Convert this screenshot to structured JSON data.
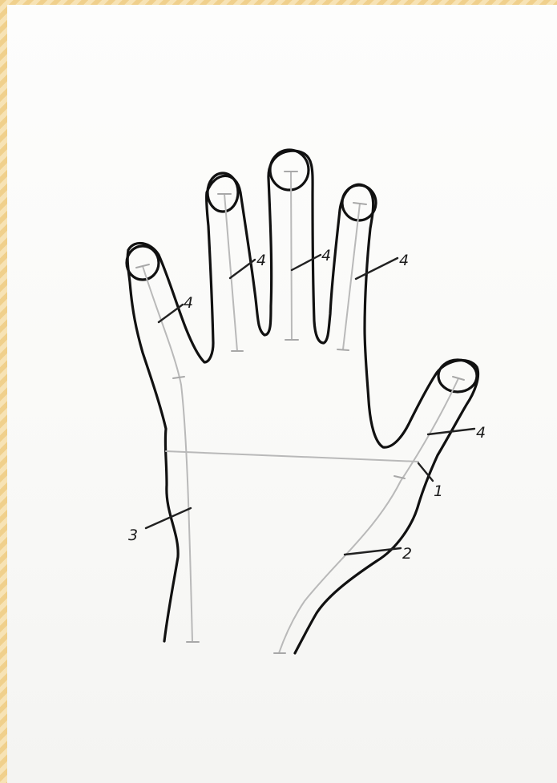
{
  "colors": {
    "frame": "#f3d9a2",
    "paper": "#fafaf8",
    "outline": "#111111",
    "measurement_lines": "#b9b9b9",
    "leaders": "#222222"
  },
  "labels": {
    "little_finger": "4",
    "ring_finger": "4",
    "middle_finger": "4",
    "index_finger": "4",
    "thumb": "4",
    "thumb_base": "1",
    "wrist_inner": "2",
    "wrist_outer": "3"
  }
}
